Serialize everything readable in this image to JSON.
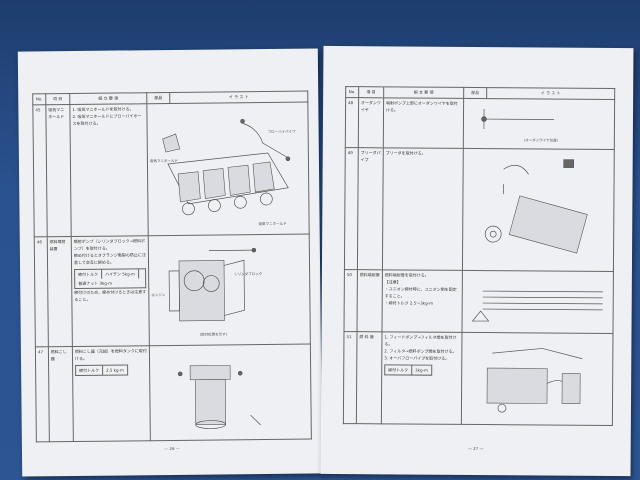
{
  "left_page": {
    "page_number": "— 26 —",
    "columns": [
      "No.",
      "項 目",
      "組 立 要 領",
      "部品",
      "イ ラ ス ト"
    ],
    "rows": [
      {
        "no": "45",
        "item": "吸気マニホールド",
        "procedure": [
          "1. 吸気マニホールドを取付ける。",
          "2. 吸気マニホールドにブローバイホースを取付ける。"
        ],
        "labels": [
          "ブローバイパイプ",
          "吸気マニホールド",
          "吸気マニホールド"
        ]
      },
      {
        "no": "46",
        "item": "燃料噴射装置",
        "procedure": [
          "噴射ポンプ（シリンダブロック→燃料ポンプ）を取付ける。",
          "締め付けるときフランジ亀裂の防止に注意して交互に締める。",
          "締付けのため、締め付けるときは注意すること。"
        ],
        "torque": {
          "label": "締付トルク",
          "values": [
            "ハイテン 5kg-m",
            "普通ナット 3kg-m"
          ]
        },
        "labels": [
          "シリンダブロック",
          "エンジン",
          "(取付位置を示す)"
        ]
      },
      {
        "no": "47",
        "item": "燃料こし器",
        "procedure": [
          "燃料こし器（元組）を燃料タンクに取付ける。"
        ],
        "torque": {
          "label": "締付トルク",
          "values": [
            "2.5 kg-m"
          ]
        }
      }
    ]
  },
  "right_page": {
    "page_number": "— 27 —",
    "columns": [
      "No.",
      "項 目",
      "組 立 要 領",
      "部品",
      "イ ラ ス ト"
    ],
    "rows": [
      {
        "no": "48",
        "item": "オーダンワイヤ",
        "procedure": [
          "噴射ポンプ上部にオーダンワイヤを取付ける。"
        ],
        "labels": [
          "(オーダンワイヤ位置)"
        ]
      },
      {
        "no": "49",
        "item": "ブリーダパイプ",
        "procedure": [
          "ブリーダを取付ける。"
        ]
      },
      {
        "no": "50",
        "item": "燃料噴射管",
        "procedure": [
          "燃料噴射管を取付ける。",
          "【注意】",
          "・ユニオン締付時に、ユニオン側を固定すること。",
          "・締付トルク 2.5〜3kg-m"
        ]
      },
      {
        "no": "51",
        "item": "燃 料 管",
        "procedure": [
          "1. フィードポンプ→フィルタ間を取付ける。",
          "2. フィルタ→燃料ポンプ間を取付ける。",
          "3. オーバフローパイプを取付ける。"
        ],
        "torque": {
          "label": "締付トルク",
          "values": [
            "3kg-m"
          ]
        }
      }
    ]
  }
}
